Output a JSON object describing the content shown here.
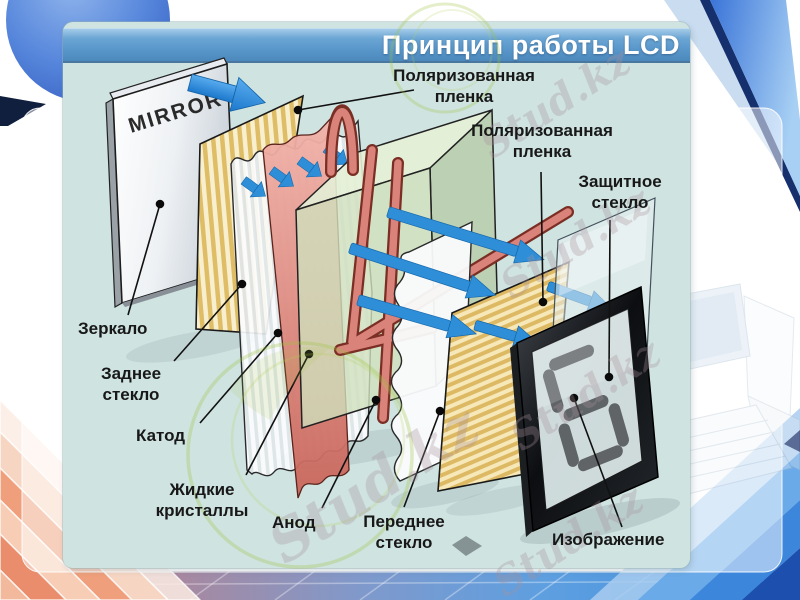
{
  "slide": {
    "title": "Принцип работы LCD",
    "watermark_text": "Stud.kz",
    "colors": {
      "title_bar_blue": "#5b9bd5",
      "panel_background": "#cfe3e1",
      "arrow_blue": "#2e8fd8",
      "polarizer_yellow": "#dfbd66",
      "cathode_red": "#d9837a",
      "liquid_crystal_green": "#cfe0bd",
      "display_frame_black": "#111418",
      "watermark_green": "#9fc23e"
    }
  },
  "diagram": {
    "mirror_text": "MIRROR",
    "display_digit": "6",
    "labels": {
      "film1": {
        "line1": "Поляризованная",
        "line2": "пленка"
      },
      "film2": {
        "line1": "Поляризованная",
        "line2": "пленка"
      },
      "protective": {
        "line1": "Защитное",
        "line2": "стекло"
      },
      "mirror": {
        "line1": "Зеркало"
      },
      "back_glass": {
        "line1": "Заднее",
        "line2": "стекло"
      },
      "cathode": {
        "line1": "Катод"
      },
      "liquid": {
        "line1": "Жидкие",
        "line2": "кристаллы"
      },
      "anode": {
        "line1": "Анод"
      },
      "front_glass": {
        "line1": "Переднее",
        "line2": "стекло"
      },
      "image": {
        "line1": "Изображение"
      }
    }
  }
}
